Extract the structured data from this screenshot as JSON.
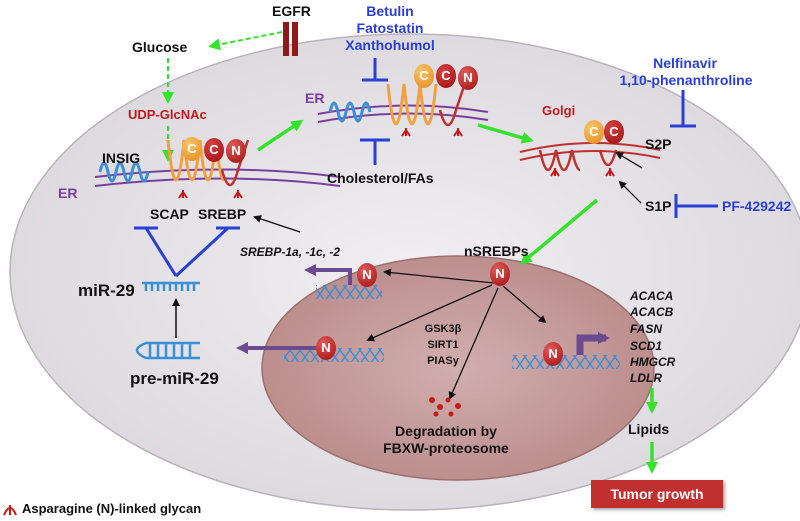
{
  "top": {
    "egfr": "EGFR",
    "glucose": "Glucose",
    "udp": "UDP-GlcNAc",
    "inhibitors_er": [
      "Betulin",
      "Fatostatin",
      "Xanthohumol"
    ],
    "inhibitors_s2p": [
      "Nelfinavir",
      "1,10-phenanthroline"
    ],
    "pf": "PF-429242"
  },
  "er_left": {
    "er": "ER",
    "insig": "INSIG",
    "scap": "SCAP",
    "srebp": "SREBP"
  },
  "er_mid": {
    "er": "ER",
    "chol": "Cholesterol/FAs"
  },
  "golgi": {
    "label": "Golgi",
    "s2p": "S2P",
    "s1p": "S1P"
  },
  "mirna": {
    "mir": "miR-29",
    "pre": "pre-miR-29",
    "srebp_genes": "SREBP-1a, -1c, -2"
  },
  "nucleus": {
    "nsrebps": "nSREBPs",
    "regulators": [
      "GSK3β",
      "SIRT1",
      "PIASy"
    ],
    "degradation": [
      "Degradation by",
      "FBXW-proteosome"
    ],
    "genes": [
      "ACACA",
      "ACACB",
      "FASN",
      "SCD1",
      "HMGCR",
      "LDLR"
    ]
  },
  "balls": {
    "n": "N",
    "c": "C"
  },
  "lipids": "Lipids",
  "tumor": "Tumor growth",
  "legend": "Asparagine (N)-linked glycan",
  "colors": {
    "arrow_green": "#33e22a",
    "inhibitor_blue": "#2a3fd6",
    "cell": "#e9e6ea",
    "nucleus": "#c79c9c",
    "tumor_box": "#c0302e"
  }
}
